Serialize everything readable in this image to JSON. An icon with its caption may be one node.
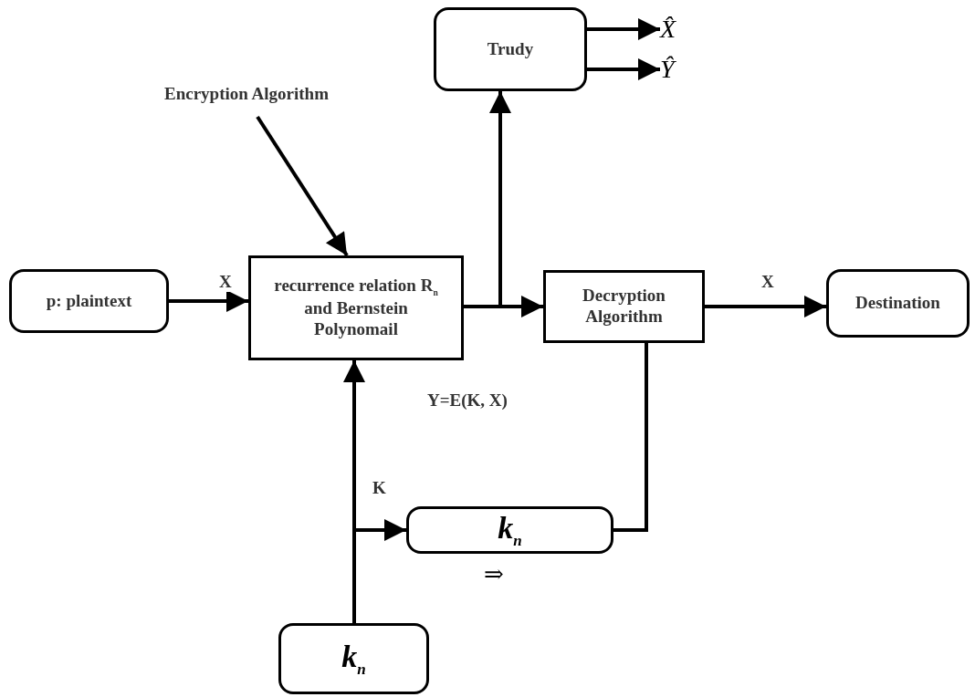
{
  "diagram": {
    "nodes": [
      {
        "text": [
          "Trudy"
        ]
      },
      {
        "text": [
          "X̂"
        ]
      },
      {
        "text": [
          "Ŷ"
        ]
      },
      {
        "text": [
          "Encryption Algorithm"
        ]
      },
      {
        "text": [
          "p: plaintext"
        ]
      },
      {
        "text": [
          "recurrence relation R$_{n}$ and Bernstein Polynomail"
        ]
      },
      {
        "text": [
          "Decryption Algorithm"
        ]
      },
      {
        "text": [
          "Destination"
        ]
      },
      {
        "text": [
          "k$_{n}$"
        ],
        "beside": [
          "⇒"
        ]
      },
      {
        "text": [
          "k$_{n}$"
        ]
      }
    ],
    "edges": [
      {
        "from": 0,
        "to": 1,
        "arrow": "to"
      },
      {
        "from": 0,
        "to": 2,
        "arrow": "to"
      },
      {
        "from": 3,
        "to": 5,
        "arrow": "to"
      },
      {
        "from": 4,
        "to": 5,
        "arrow": "to",
        "label": "X"
      },
      {
        "from": 5,
        "to": 6,
        "arrow": "to"
      },
      {
        "from": 5,
        "to": 0,
        "arrow": "to"
      },
      {
        "from": 6,
        "to": 7,
        "arrow": "to",
        "label": "X"
      },
      {
        "from": 9,
        "to": 5,
        "arrow": "to",
        "label": "K"
      },
      {
        "from": 9,
        "to": 8,
        "arrow": "to"
      },
      {
        "from": 8,
        "to": 6,
        "arrow": "none"
      }
    ],
    "labels": [
      "Y=E(K, X)"
    ]
  }
}
